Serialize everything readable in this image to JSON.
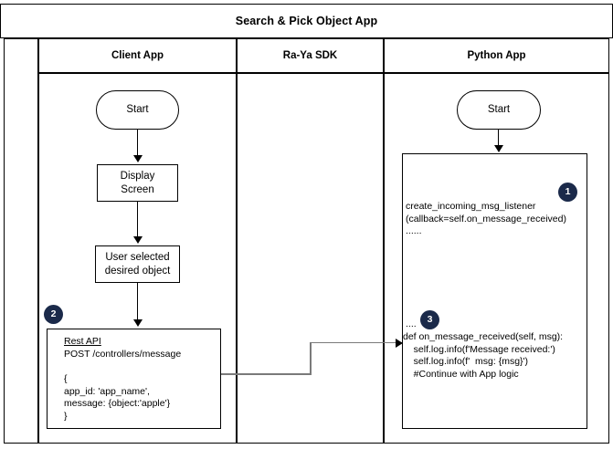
{
  "diagram": {
    "title": "Search & Pick Object App",
    "badge_color": "#1b2a4a",
    "line_color": "#000000",
    "connector_color": "#7a7a7a"
  },
  "lanes": [
    {
      "id": "client-app",
      "label": "Client App"
    },
    {
      "id": "ra-ya-sdk",
      "label": "Ra-Ya SDK"
    },
    {
      "id": "python-app",
      "label": "Python App"
    }
  ],
  "client_lane": {
    "start": "Start",
    "display_screen": "Display\nScreen",
    "user_selected": "User selected\ndesired object",
    "rest_api": {
      "badge": "2",
      "heading": "Rest API",
      "method_line": "POST /controllers/message",
      "body": "{\napp_id: 'app_name',\nmessage: {object:'apple'}\n}"
    }
  },
  "python_lane": {
    "start": "Start",
    "listener": {
      "badge": "1",
      "line1": "create_incoming_msg_listener",
      "line2": "(callback=self.on_message_received)",
      "line3": "......"
    },
    "handler": {
      "badge": "3",
      "ellipsis": "....",
      "line1": "def on_message_received(self, msg):",
      "line2": "    self.log.info(f'Message received:')",
      "line3": "    self.log.info(f'  msg: {msg}')",
      "line4": "    #Continue with App logic"
    }
  }
}
